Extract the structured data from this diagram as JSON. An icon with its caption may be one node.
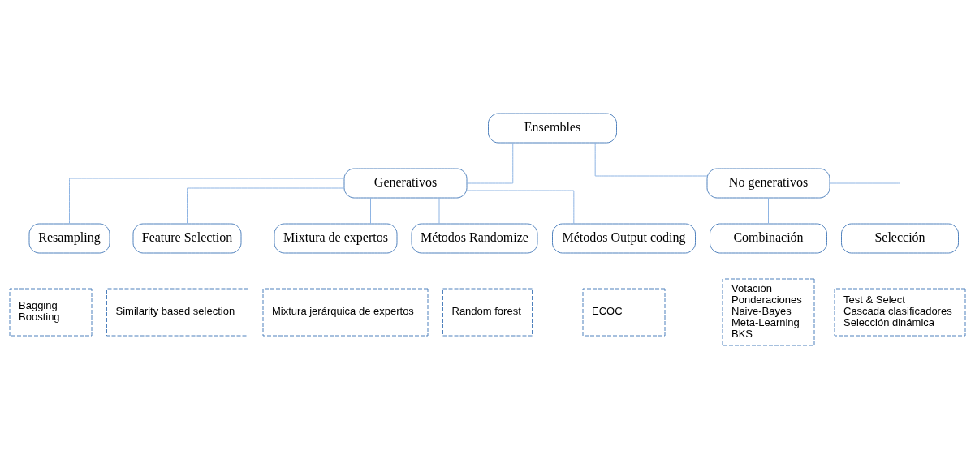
{
  "diagram": {
    "nodes": [
      {
        "text": [
          "Ensembles"
        ]
      },
      {
        "text": [
          "Generativos"
        ]
      },
      {
        "text": [
          "No generativos"
        ]
      },
      {
        "text": [
          "Resampling"
        ]
      },
      {
        "text": [
          "Feature Selection"
        ]
      },
      {
        "text": [
          "Mixtura de expertos"
        ]
      },
      {
        "text": [
          "Métodos Randomize"
        ]
      },
      {
        "text": [
          "Métodos Output coding"
        ]
      },
      {
        "text": [
          "Bagging",
          "Boosting"
        ]
      },
      {
        "text": [
          "Similarity based selection"
        ]
      },
      {
        "text": [
          "Mixtura jerárquica de expertos"
        ]
      },
      {
        "text": [
          "Random forest"
        ]
      },
      {
        "text": [
          "ECOC"
        ]
      },
      {
        "text": [
          "Combinación"
        ]
      },
      {
        "text": [
          "Selección"
        ]
      },
      {
        "text": [
          "Votación",
          "Ponderaciones",
          "Naive-Bayes",
          "Meta-Learning",
          "BKS"
        ]
      },
      {
        "text": [
          "Test & Select",
          "Cascada clasificadores",
          "Selección dinámica"
        ]
      }
    ],
    "edges": [
      {
        "from": 0,
        "to": 1,
        "arrow": "none"
      },
      {
        "from": 0,
        "to": 2,
        "arrow": "none"
      },
      {
        "from": 1,
        "to": 3,
        "arrow": "none"
      },
      {
        "from": 1,
        "to": 4,
        "arrow": "none"
      },
      {
        "from": 1,
        "to": 5,
        "arrow": "none"
      },
      {
        "from": 1,
        "to": 6,
        "arrow": "none"
      },
      {
        "from": 1,
        "to": 7,
        "arrow": "none"
      },
      {
        "from": 2,
        "to": 13,
        "arrow": "none"
      },
      {
        "from": 2,
        "to": 14,
        "arrow": "none"
      }
    ]
  }
}
